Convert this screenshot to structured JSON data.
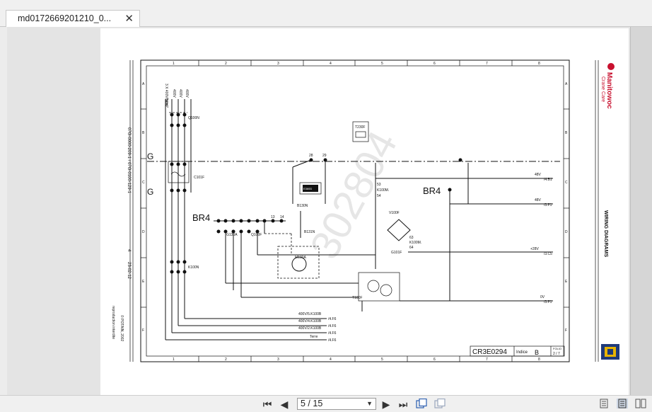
{
  "tab": {
    "title": "md0172669201210_0..."
  },
  "drawing": {
    "col_labels": [
      "1",
      "2",
      "3",
      "4",
      "5",
      "6",
      "7",
      "8"
    ],
    "row_labels": [
      "A",
      "B",
      "C",
      "D",
      "E",
      "F"
    ],
    "doc_refs": "07G-0000-209-1 / 07G-0100-129-1",
    "sheet_no": "4",
    "date": "23-02-12",
    "copyright": "© POTAIN, 2002",
    "copyright_note": "reproduction interdite",
    "watermark": "302804",
    "brand_name": "Manitowoc",
    "brand_sub": "Crane Care",
    "section_title": "WIRING DIAGRAMS",
    "drawing_no": "CR3E0294",
    "indice_label": "Indice",
    "indice_value": "B",
    "folio_label": "FOLIO",
    "folio_value": "2 / 7",
    "labels": {
      "supply": "3 X 400V 50HZ",
      "terre": "Terre",
      "p400a": "400V",
      "p400b": "400V",
      "p400c": "400V",
      "q100n": "Q100N",
      "c101f": "C101F",
      "g1": "G",
      "g2": "G",
      "br4a": "BR4",
      "br4b": "BR4",
      "g130a": "G130A",
      "q100f": "Q100F",
      "k100n": "K100N",
      "e360d": "E360D",
      "b130n": "B130N",
      "b131n": "B131N",
      "m130a": "M130A",
      "t230f": "T230F",
      "t100f": "T100F",
      "k100m_a": "K100M.",
      "v100f": "V100F",
      "k100m_b": "K100M.",
      "g101f": "G101F",
      "n53": "53",
      "n54": "54",
      "n63": "63",
      "n64": "64",
      "n28": "28",
      "n29": "29",
      "n13": "13",
      "n14": "14",
      "out1": "48V",
      "out1_ref": "/4.B1",
      "out2": "48V",
      "out2_ref": "/3.F1",
      "out3": "+28V",
      "out3_ref": "/3.C5",
      "out4": "0V",
      "out4_ref": "/3.F1",
      "f1": "400V/5.K100B",
      "f1_ref": "/4.F6",
      "f2": "400V/4.K100B",
      "f2_ref": "/4.F6",
      "f3": "400V/2.K100B",
      "f3_ref": "/4.F6",
      "f4": "Terre",
      "f4_ref": "/4.F6"
    }
  },
  "footer": {
    "page_value": "5 / 15"
  },
  "colors": {
    "accent": "#1a1a1a",
    "page_bg": "#ffffff",
    "viewer_bg": "#e4e4e4"
  }
}
